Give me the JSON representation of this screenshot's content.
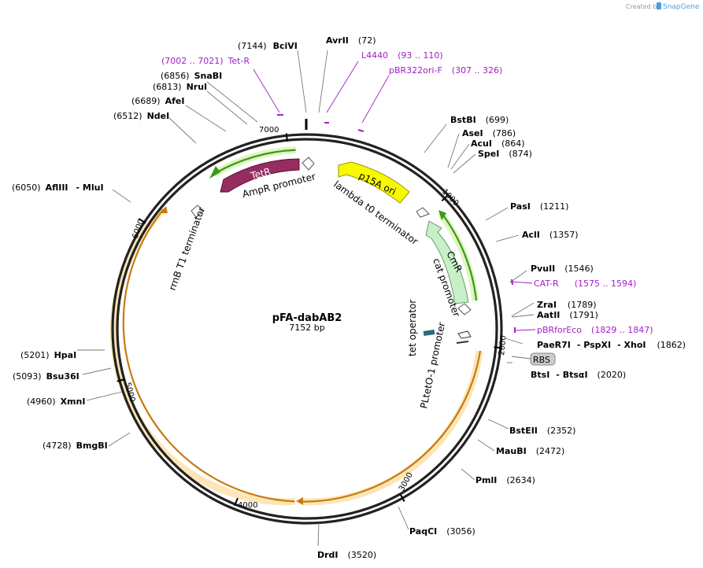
{
  "brand": {
    "created_by": "Created by",
    "name": "SnapGene"
  },
  "plasmid": {
    "name": "pFA-dabAB2",
    "size": "7152 bp",
    "length": 7152
  },
  "colors": {
    "orange": "#f0a030",
    "green": "#3a9a18",
    "tetR": "#962c60",
    "p15A": "#f8f800",
    "cmR": "#c8f0c8"
  },
  "ticks": [
    "1000",
    "2000",
    "3000",
    "4000",
    "5000",
    "6000",
    "7000"
  ],
  "enzymes": [
    {
      "pos": "(7144)",
      "name": "BciVI"
    },
    {
      "name": "AvrII",
      "pos": "(72)"
    },
    {
      "name": "SnaBI",
      "pos": "(6856)"
    },
    {
      "name": "NruI",
      "pos": "(6813)"
    },
    {
      "name": "AfeI",
      "pos": "(6689)"
    },
    {
      "name": "NdeI",
      "pos": "(6512)"
    },
    {
      "name": "AflIII",
      "name2": "- MluI",
      "pos": "(6050)"
    },
    {
      "name": "HpaI",
      "pos": "(5201)"
    },
    {
      "name": "Bsu36I",
      "pos": "(5093)"
    },
    {
      "name": "XmnI",
      "pos": "(4960)"
    },
    {
      "name": "BmgBI",
      "pos": "(4728)"
    },
    {
      "name": "DrdI",
      "pos": "(3520)"
    },
    {
      "name": "PaqCI",
      "pos": "(3056)"
    },
    {
      "name": "PmlI",
      "pos": "(2634)"
    },
    {
      "name": "MauBI",
      "pos": "(2472)"
    },
    {
      "name": "BstEII",
      "pos": "(2352)"
    },
    {
      "name": "BtsI",
      "name2": "- BtsαI",
      "pos": "(2020)"
    },
    {
      "name": "PaeR7I",
      "name2": "- PspXI",
      "name3": "- XhoI",
      "pos": "(1862)"
    },
    {
      "name": "AatII",
      "pos": "(1791)"
    },
    {
      "name": "ZraI",
      "pos": "(1789)"
    },
    {
      "name": "PvuII",
      "pos": "(1546)"
    },
    {
      "name": "AclI",
      "pos": "(1357)"
    },
    {
      "name": "PasI",
      "pos": "(1211)"
    },
    {
      "name": "SpeI",
      "pos": "(874)"
    },
    {
      "name": "AcuI",
      "pos": "(864)"
    },
    {
      "name": "AseI",
      "pos": "(786)"
    },
    {
      "name": "BstBI",
      "pos": "(699)"
    }
  ],
  "primers": [
    {
      "pos": "(7002 .. 7021)",
      "name": "Tet-R"
    },
    {
      "name": "L4440",
      "pos": "(93 .. 110)"
    },
    {
      "name": "pBR322ori-F",
      "pos": "(307 .. 326)"
    },
    {
      "name": "CAT-R",
      "pos": "(1575 .. 1594)"
    },
    {
      "name": "pBRforEco",
      "pos": "(1829 .. 1847)"
    }
  ],
  "features": {
    "tetR": "TetR",
    "ampR_promoter": "AmpR promoter",
    "p15a_ori": "p15A ori",
    "lambda_t0": "lambda t0 terminator",
    "cmR": "CmR",
    "cat_promoter": "cat promoter",
    "rrnB": "rrnB T1 terminator",
    "tet_operator": "tet operator",
    "pltet": "PLtetO-1 promoter",
    "rbs": "RBS"
  }
}
